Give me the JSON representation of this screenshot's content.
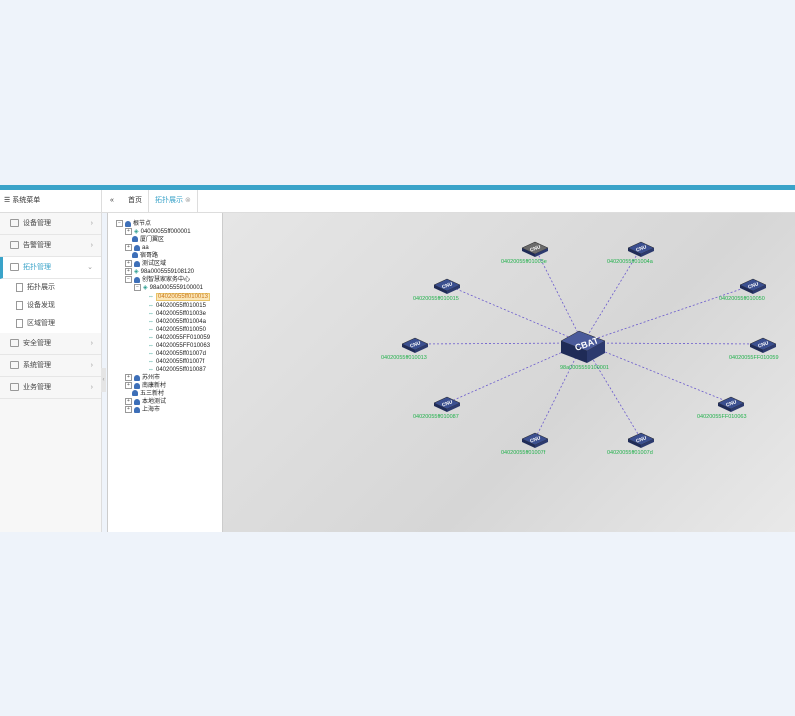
{
  "sidebar": {
    "title": "系统菜单",
    "items": [
      {
        "label": "设备管理"
      },
      {
        "label": "告警管理"
      },
      {
        "label": "拓扑管理",
        "active": true,
        "sub": [
          {
            "label": "拓扑展示"
          },
          {
            "label": "设备发现"
          },
          {
            "label": "区域管理"
          }
        ]
      },
      {
        "label": "安全管理"
      },
      {
        "label": "系统管理"
      },
      {
        "label": "业务管理"
      }
    ]
  },
  "tabs": {
    "collapse_symbol": "«",
    "items": [
      {
        "label": "首页"
      },
      {
        "label": "拓扑展示",
        "close": "⊗"
      }
    ]
  },
  "tree": {
    "nodes": [
      {
        "label": "根节点"
      },
      {
        "label": "04000055ff000001"
      },
      {
        "label": "厦门翼区"
      },
      {
        "label": "aa"
      },
      {
        "label": "宿哥路"
      },
      {
        "label": "测试区域"
      },
      {
        "label": "98a0005559108120"
      },
      {
        "label": "创智慧家家务中心"
      },
      {
        "label": "98a0005559100001"
      },
      {
        "label": "04020055ff010013"
      },
      {
        "label": "04020055ff010015"
      },
      {
        "label": "04020055ff01003e"
      },
      {
        "label": "04020055ff01004a"
      },
      {
        "label": "04020055ff010050"
      },
      {
        "label": "04020055FF010059"
      },
      {
        "label": "04020055FF010063"
      },
      {
        "label": "04020055ff01007d"
      },
      {
        "label": "04020055ff01007f"
      },
      {
        "label": "04020055ff010087"
      },
      {
        "label": "苏州市"
      },
      {
        "label": "南康新村"
      },
      {
        "label": "五三新村"
      },
      {
        "label": "本地测试"
      },
      {
        "label": "上海市"
      }
    ]
  },
  "topology": {
    "center": {
      "label": "98a0005559100001",
      "badge": "CBAT"
    },
    "devices": [
      {
        "label": "04020055ff01003e",
        "badge": "CNU",
        "offline": true
      },
      {
        "label": "04020055ff01004a",
        "badge": "CNU"
      },
      {
        "label": "04020055ff010015",
        "badge": "CNU"
      },
      {
        "label": "04020055ff010050",
        "badge": "CNU"
      },
      {
        "label": "04020055ff010013",
        "badge": "CNU"
      },
      {
        "label": "04020055FF010059",
        "badge": "CNU"
      },
      {
        "label": "04020055ff010087",
        "badge": "CNU"
      },
      {
        "label": "04020055FF010063",
        "badge": "CNU"
      },
      {
        "label": "04020055ff01007f",
        "badge": "CNU"
      },
      {
        "label": "04020055ff01007d",
        "badge": "CNU"
      }
    ],
    "colors": {
      "link": "#6a5acd",
      "label": "#22b14c",
      "device": "#3b4f8f",
      "offline": "#6b6b6b"
    }
  }
}
